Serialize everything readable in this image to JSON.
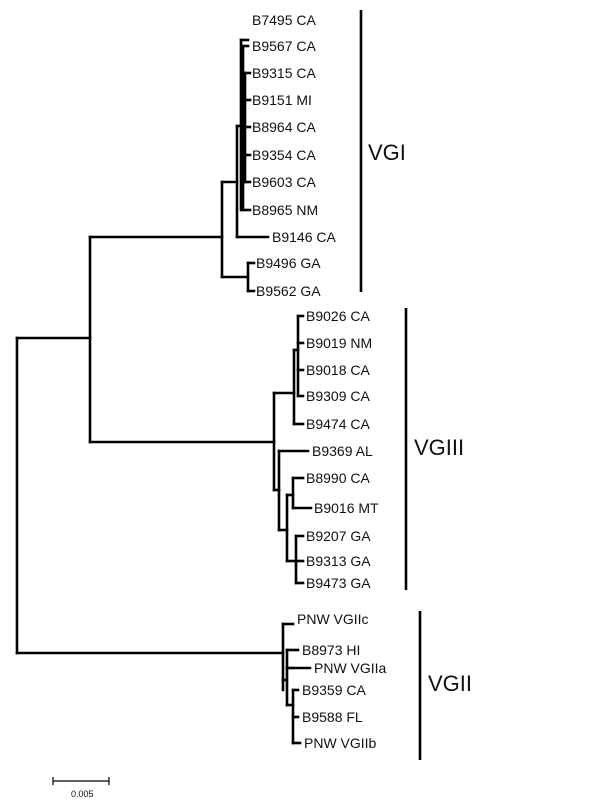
{
  "tree": {
    "leaves": {
      "B7495": "B7495 CA",
      "B9567": "B9567 CA",
      "B9315": "B9315 CA",
      "B9151": "B9151 MI",
      "B8964": "B8964 CA",
      "B9354": "B9354 CA",
      "B9603": "B9603 CA",
      "B8965": "B8965 NM",
      "B9146": "B9146 CA",
      "B9496": "B9496 GA",
      "B9562": "B9562 GA",
      "B9026": "B9026 CA",
      "B9019": "B9019 NM",
      "B9018": "B9018 CA",
      "B9309": "B9309 CA",
      "B9474": "B9474 CA",
      "B9369": "B9369 AL",
      "B8990": "B8990 CA",
      "B9016": "B9016 MT",
      "B9207": "B9207 GA",
      "B9313": "B9313 GA",
      "B9473": "B9473 GA",
      "PNW_VGIIc": "PNW VGIIc",
      "B8973": "B8973 HI",
      "PNW_VGIIa": "PNW VGIIa",
      "B9359": "B9359 CA",
      "B9588": "B9588 FL",
      "PNW_VGIIb": "PNW VGIIb"
    },
    "clades": {
      "vgi": "VGI",
      "vgiii": "VGIII",
      "vgii": "VGII"
    },
    "scale_label": "0.005"
  }
}
